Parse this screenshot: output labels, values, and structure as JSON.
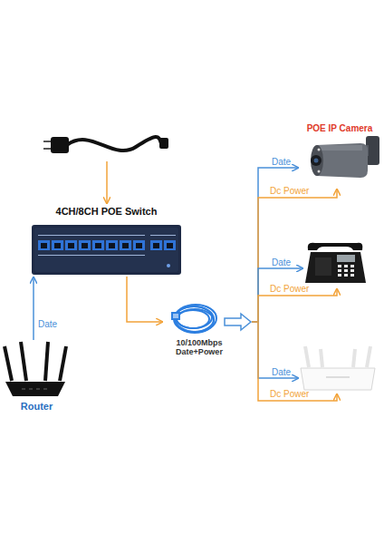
{
  "diagram": {
    "nodes": [
      {
        "text": []
      },
      {
        "text": [
          "4CH/8CH POE Switch"
        ]
      },
      {
        "text": [
          "Router"
        ]
      },
      {
        "text": [
          "10/100Mbps Date+Power"
        ]
      },
      {
        "text": [
          "POE IP Camera"
        ]
      },
      {
        "text": []
      },
      {
        "text": []
      }
    ],
    "edges": [
      {
        "from": 0,
        "to": 1,
        "arrow": "to"
      },
      {
        "from": 2,
        "to": 1,
        "label": "Date",
        "arrow": "to"
      },
      {
        "from": 1,
        "to": 3,
        "arrow": "to"
      },
      {
        "from": 3,
        "to": 4,
        "label": "Date",
        "arrow": "to"
      },
      {
        "from": 3,
        "to": 4,
        "label": "Dc Power",
        "arrow": "to"
      },
      {
        "from": 3,
        "to": 5,
        "label": "Date",
        "arrow": "to"
      },
      {
        "from": 3,
        "to": 5,
        "label": "Dc Power",
        "arrow": "to"
      },
      {
        "from": 3,
        "to": 6,
        "label": "Date",
        "arrow": "to"
      },
      {
        "from": 3,
        "to": 6,
        "label": "Dc Power",
        "arrow": "to"
      }
    ]
  }
}
